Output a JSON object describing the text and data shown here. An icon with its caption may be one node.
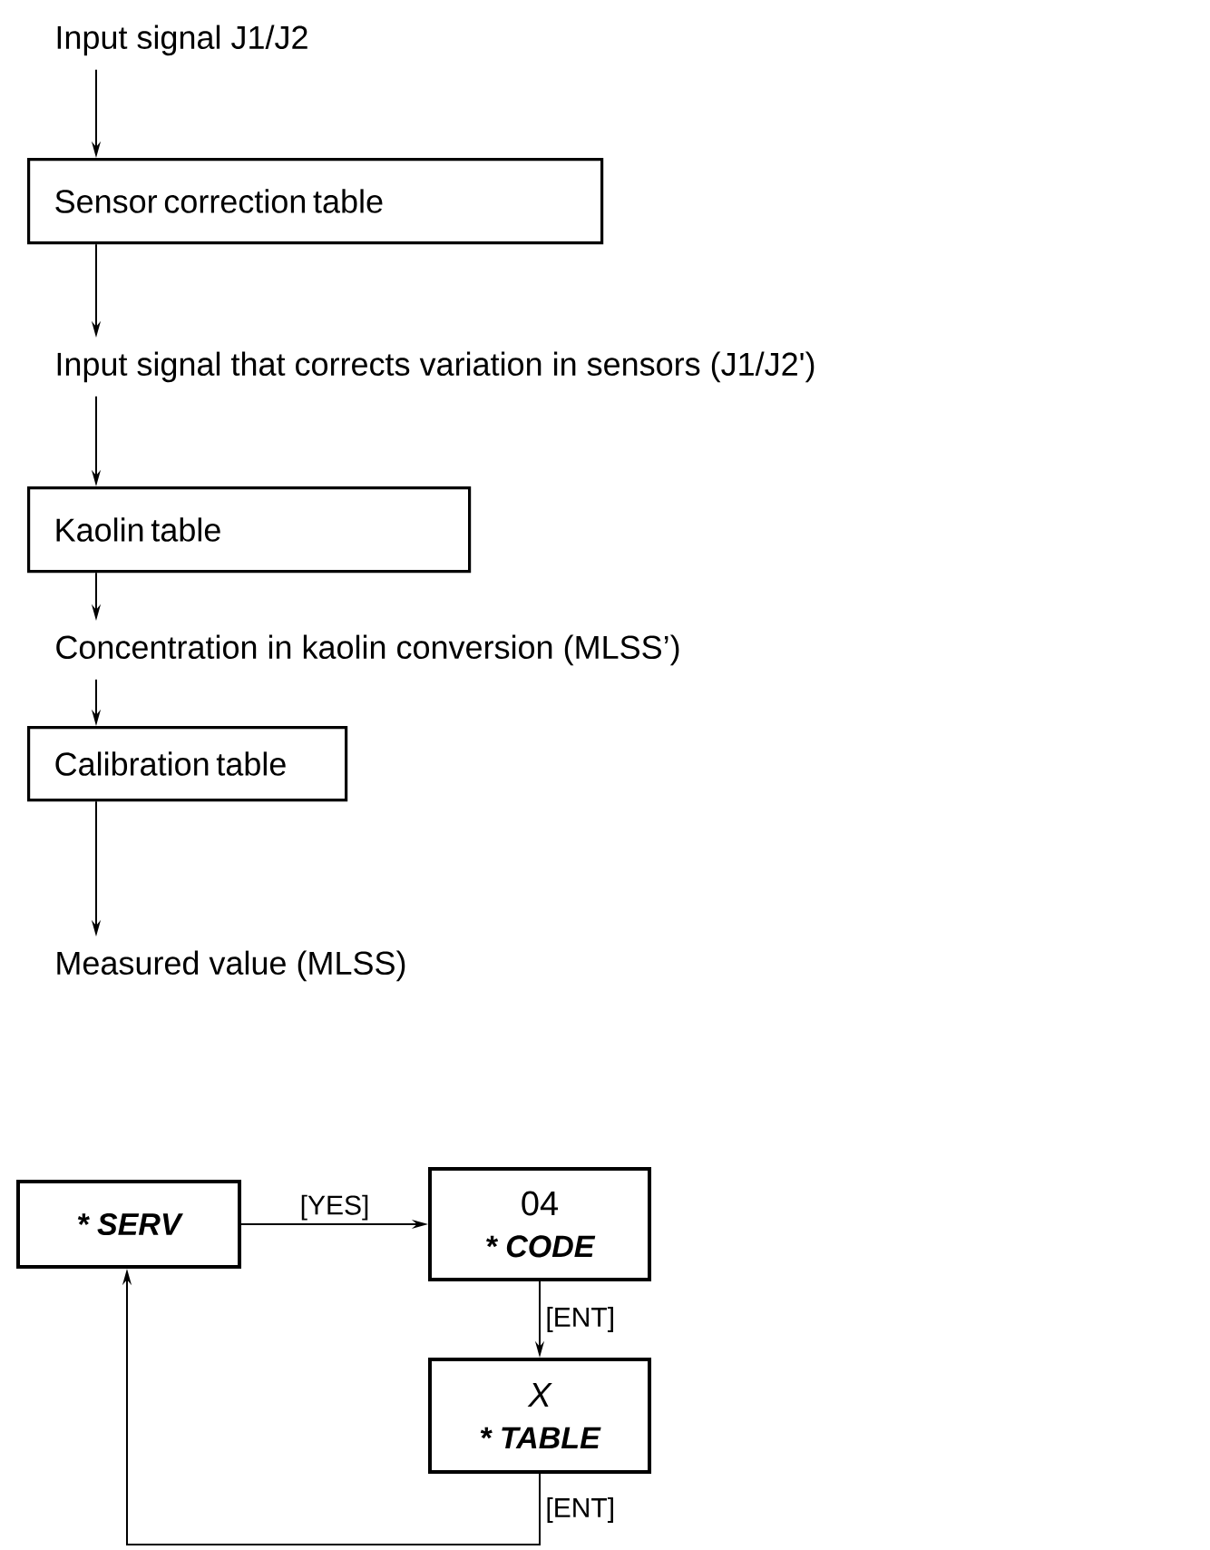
{
  "diagram": {
    "nodes": [
      {
        "text": [
          "Input signal J1/J2"
        ]
      },
      {
        "text": [
          "Sensor correction table"
        ]
      },
      {
        "text": [
          "Input signal that corrects variation in sensors (J1/J2')"
        ]
      },
      {
        "text": [
          "Kaolin table"
        ]
      },
      {
        "text": [
          "Concentration in kaolin conversion (MLSS’)"
        ]
      },
      {
        "text": [
          "Calibration table"
        ]
      },
      {
        "text": [
          "Measured value (MLSS)"
        ]
      },
      {
        "text": [
          "* SERV"
        ]
      },
      {
        "text": [
          "04",
          "* CODE"
        ]
      },
      {
        "text": [
          "X",
          "* TABLE"
        ]
      }
    ],
    "edges": [
      {
        "from": 0,
        "to": 1,
        "arrow": "to"
      },
      {
        "from": 1,
        "to": 2,
        "arrow": "to"
      },
      {
        "from": 2,
        "to": 3,
        "arrow": "to"
      },
      {
        "from": 3,
        "to": 4,
        "arrow": "to"
      },
      {
        "from": 4,
        "to": 5,
        "arrow": "to"
      },
      {
        "from": 5,
        "to": 6,
        "arrow": "to"
      },
      {
        "from": 7,
        "to": 8,
        "label": "[YES]",
        "arrow": "to"
      },
      {
        "from": 8,
        "to": 9,
        "label": "[ENT]",
        "arrow": "to"
      },
      {
        "from": 9,
        "to": 7,
        "label": "[ENT]",
        "arrow": "to"
      }
    ]
  }
}
